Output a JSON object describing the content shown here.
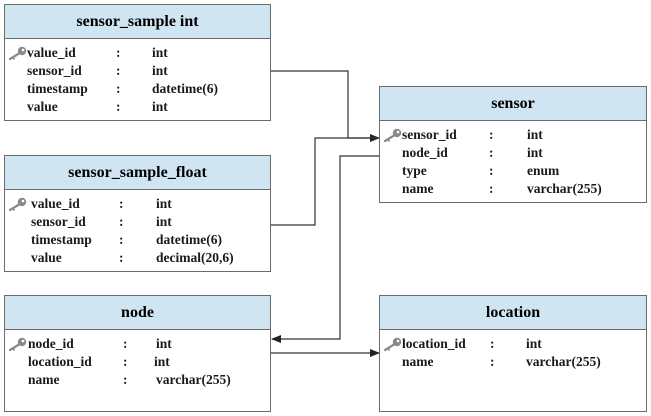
{
  "tables": {
    "sensor_sample_int": {
      "title": "sensor_sample int",
      "rows": [
        {
          "name": "value_id",
          "sep": ":",
          "type": "int",
          "pk": true
        },
        {
          "name": "sensor_id",
          "sep": ":",
          "type": "int"
        },
        {
          "name": "timestamp",
          "sep": ":",
          "type": "datetime(6)"
        },
        {
          "name": "value",
          "sep": ":",
          "type": "int"
        }
      ]
    },
    "sensor_sample_float": {
      "title": "sensor_sample_float",
      "rows": [
        {
          "name": "value_id",
          "sep": ":",
          "type": "int",
          "pk": true
        },
        {
          "name": "sensor_id",
          "sep": ":",
          "type": "int"
        },
        {
          "name": "timestamp",
          "sep": ":",
          "type": "datetime(6)"
        },
        {
          "name": "value",
          "sep": ":",
          "type": "decimal(20,6)"
        }
      ]
    },
    "sensor": {
      "title": "sensor",
      "rows": [
        {
          "name": "sensor_id",
          "sep": ":",
          "type": "int",
          "pk": true
        },
        {
          "name": "node_id",
          "sep": ":",
          "type": "int"
        },
        {
          "name": "type",
          "sep": ":",
          "type": "enum"
        },
        {
          "name": "name",
          "sep": ":",
          "type": "varchar(255)"
        }
      ]
    },
    "node": {
      "title": "node",
      "rows": [
        {
          "name": "node_id",
          "sep": ":",
          "type": "int",
          "pk": true
        },
        {
          "name": "location_id",
          "sep": ":",
          "type": "int"
        },
        {
          "name": "name",
          "sep": ":",
          "type": "varchar(255)"
        }
      ]
    },
    "location": {
      "title": "location",
      "rows": [
        {
          "name": "location_id",
          "sep": ":",
          "type": "int",
          "pk": true
        },
        {
          "name": "name",
          "sep": ":",
          "type": "varchar(255)"
        }
      ]
    }
  },
  "colors": {
    "header_fill": "#cfe6f2",
    "border": "#6b6b6b",
    "connector": "#333333",
    "key_icon": "#8a8a8a"
  },
  "icons": {
    "primary_key": "key-icon"
  }
}
